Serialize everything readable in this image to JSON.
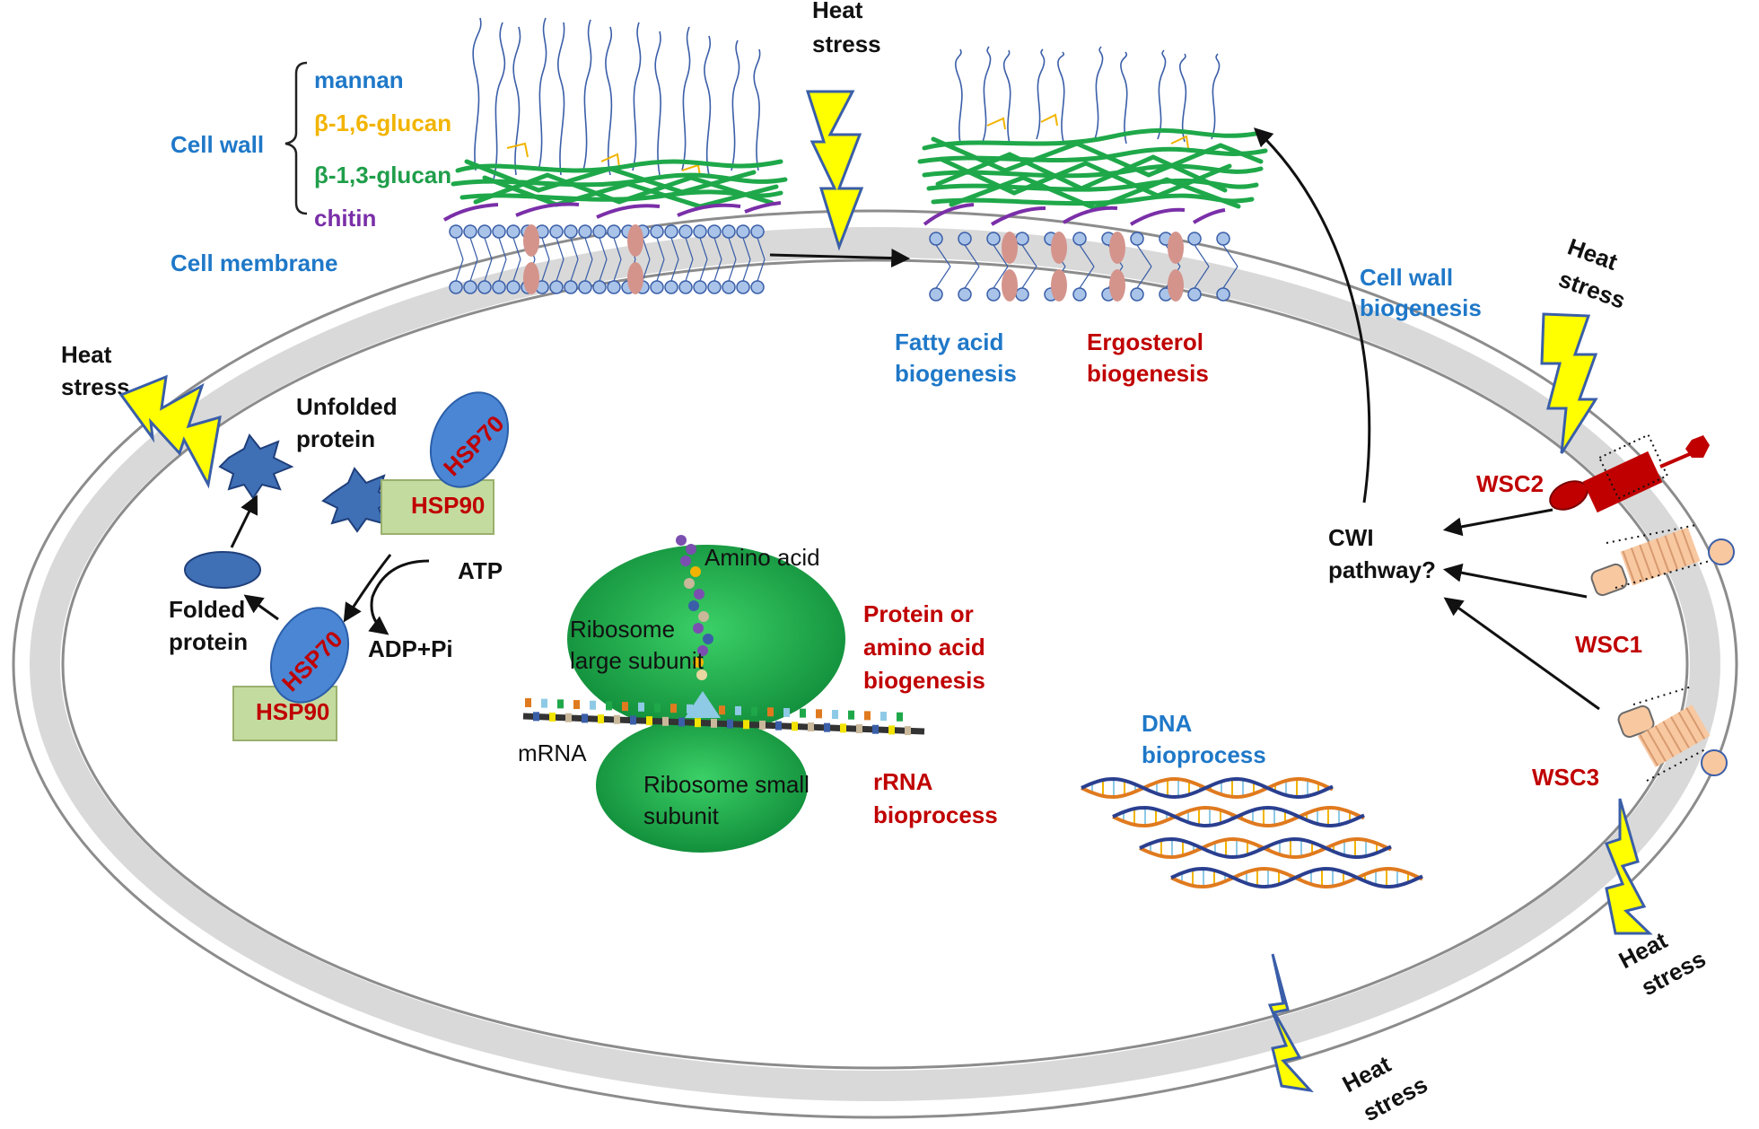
{
  "colors": {
    "cell_wall_label": "#1f78c8",
    "mannan": "#1f78c8",
    "beta16": "#f2b400",
    "beta13": "#1f9e4a",
    "chitin": "#7a2fa8",
    "process_red": "#c00000",
    "process_blue": "#1f78c8",
    "membrane_gray": "#d9d9d9",
    "ribosome_green": "#18a84a",
    "lightning": "#ffff00",
    "hsp70": "#4a86d4",
    "hsp90": "#c4dba0",
    "wsc2": "#c00000",
    "wsc_peach": "#f8c8a0"
  },
  "legend": {
    "cell_wall": "Cell wall",
    "mannan": "mannan",
    "beta16": "β-1,6-glucan",
    "beta13": "β-1,3-glucan",
    "chitin": "chitin",
    "cell_membrane": "Cell membrane"
  },
  "heat_stress": [
    "Heat",
    "stress"
  ],
  "processes": {
    "cell_wall_biogenesis": [
      "Cell wall",
      "biogenesis"
    ],
    "fatty_acid": [
      "Fatty acid",
      "biogenesis"
    ],
    "ergosterol": [
      "Ergosterol",
      "biogenesis"
    ],
    "protein_aa": [
      "Protein or",
      "amino acid",
      "biogenesis"
    ],
    "rrna": [
      "rRNA",
      "bioprocess"
    ],
    "dna": [
      "DNA",
      "bioprocess"
    ]
  },
  "chaperone": {
    "unfolded": [
      "Unfolded",
      "protein"
    ],
    "folded": [
      "Folded",
      "protein"
    ],
    "hsp70": "HSP70",
    "hsp90": "HSP90",
    "atp": "ATP",
    "adp": "ADP+Pi"
  },
  "ribosome": {
    "amino_acid": "Amino acid",
    "large": [
      "Ribosome",
      "large subunit"
    ],
    "small": [
      "Ribosome small",
      "subunit"
    ],
    "mrna": "mRNA"
  },
  "cwi": {
    "label": [
      "CWI",
      "pathway?"
    ],
    "wsc1": "WSC1",
    "wsc2": "WSC2",
    "wsc3": "WSC3"
  }
}
